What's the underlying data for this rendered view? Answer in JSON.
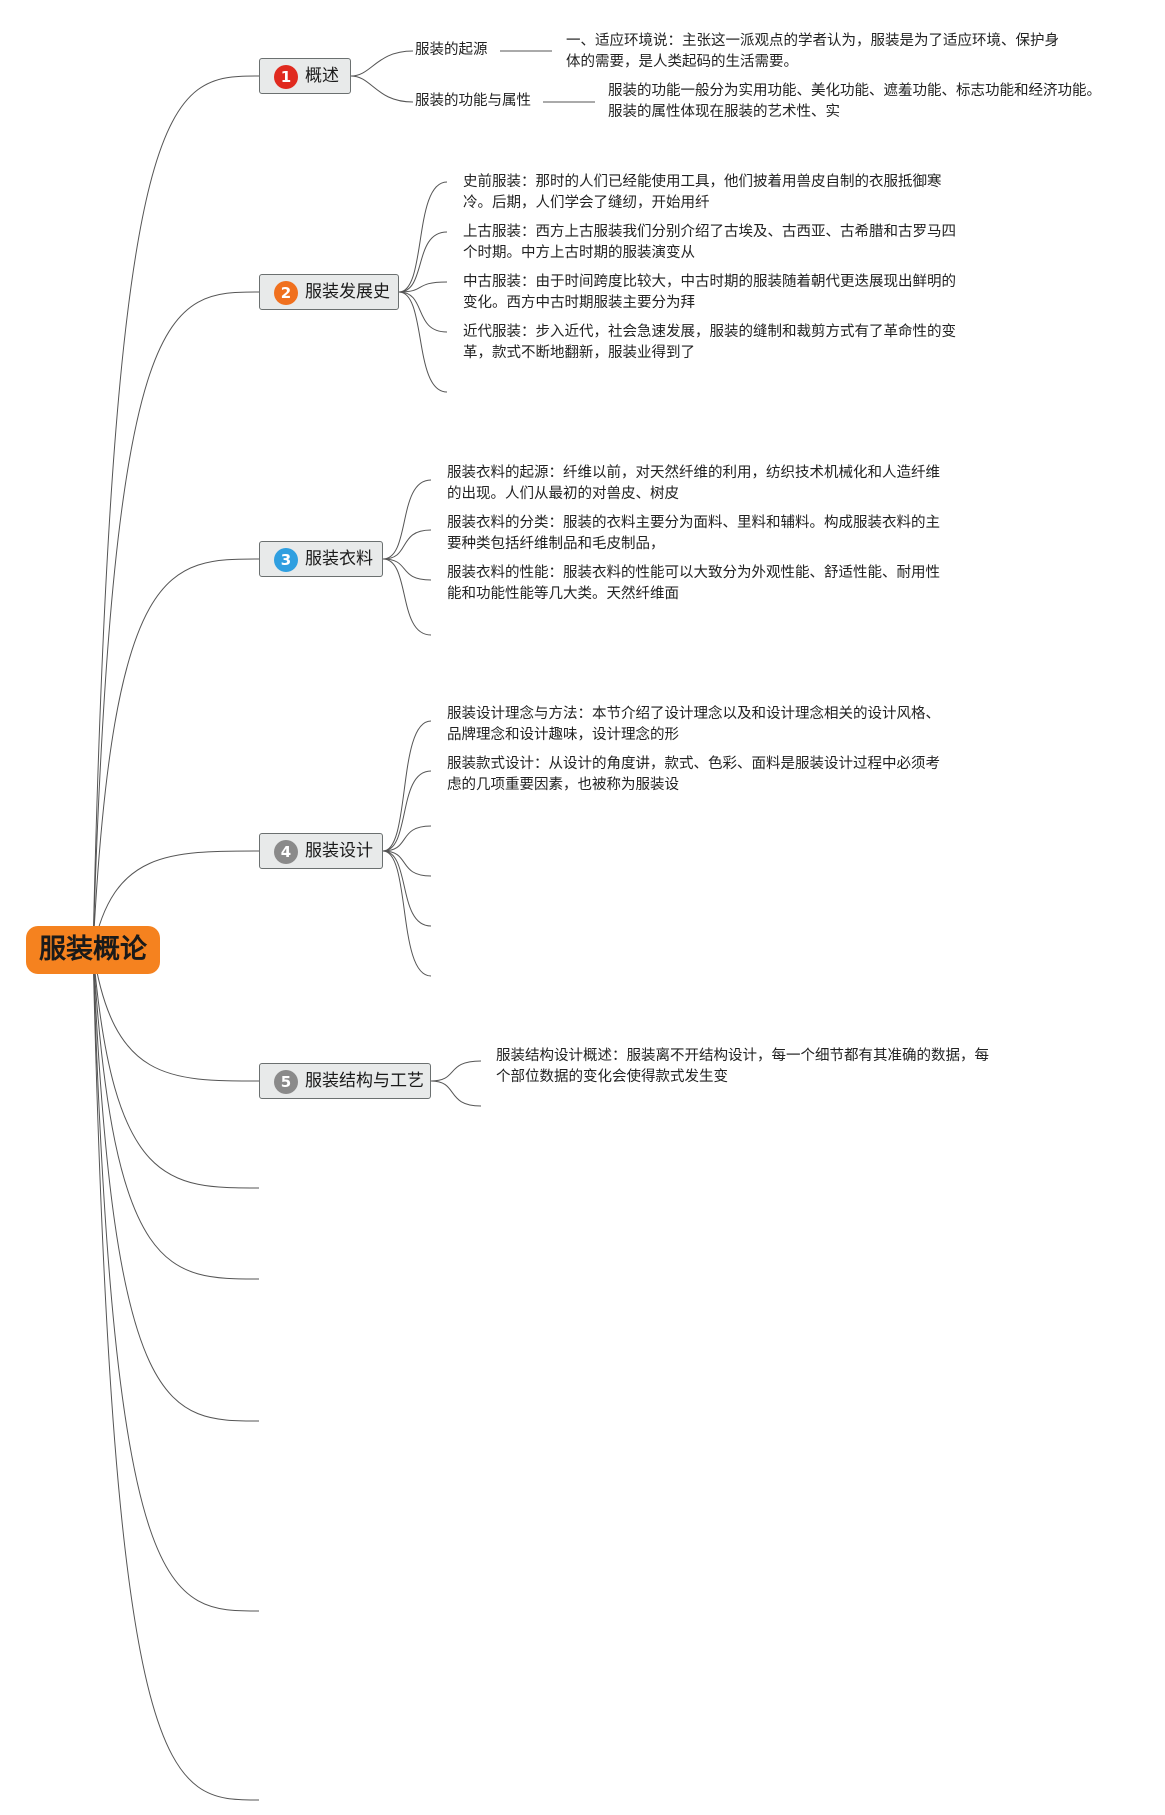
{
  "root": {
    "label": "服装概论",
    "color": "#f5821f"
  },
  "branches": [
    {
      "number": "1",
      "label": "概述",
      "badge_color": "#e02a1f",
      "children": [
        {
          "label": "服装的起源",
          "note": "一、适应环境说：主张这一派观点的学者认为，服装是为了适应环境、保护身体的需要，是人类起码的生活需要。"
        },
        {
          "label": "服装的功能与属性",
          "note": "服装的功能一般分为实用功能、美化功能、遮羞功能、标志功能和经济功能。服装的属性体现在服装的艺术性、实"
        }
      ]
    },
    {
      "number": "2",
      "label": "服装发展史",
      "badge_color": "#f0701e",
      "children": [
        {
          "note": "史前服装：那时的人们已经能使用工具，他们披着用兽皮自制的衣服抵御寒冷。后期，人们学会了缝纫，开始用纤"
        },
        {
          "note": "上古服装：西方上古服装我们分别介绍了古埃及、古西亚、古希腊和古罗马四个时期。中方上古时期的服装演变从"
        },
        {
          "note": "中古服装：由于时间跨度比较大，中古时期的服装随着朝代更迭展现出鲜明的变化。西方中古时期服装主要分为拜"
        },
        {
          "note": "近代服装：步入近代，社会急速发展，服装的缝制和裁剪方式有了革命性的变革，款式不断地翻新，服装业得到了"
        },
        {
          "note": ""
        }
      ]
    },
    {
      "number": "3",
      "label": "服装衣料",
      "badge_color": "#2f9fe0",
      "children": [
        {
          "note": "服装衣料的起源：纤维以前，对天然纤维的利用，纺织技术机械化和人造纤维的出现。人们从最初的对兽皮、树皮"
        },
        {
          "note": "服装衣料的分类：服装的衣料主要分为面料、里料和辅料。构成服装衣料的主要种类包括纤维制品和毛皮制品，"
        },
        {
          "note": "服装衣料的性能：服装衣料的性能可以大致分为外观性能、舒适性能、耐用性能和功能性能等几大类。天然纤维面"
        },
        {
          "note": ""
        }
      ]
    },
    {
      "number": "4",
      "label": "服装设计",
      "badge_color": "#8a8a8a",
      "children": [
        {
          "note": "服装设计理念与方法：本节介绍了设计理念以及和设计理念相关的设计风格、品牌理念和设计趣味，设计理念的形"
        },
        {
          "note": "服装款式设计：从设计的角度讲，款式、色彩、面料是服装设计过程中必须考虑的几项重要因素，也被称为服装设"
        },
        {
          "note": ""
        },
        {
          "note": ""
        },
        {
          "note": ""
        },
        {
          "note": ""
        }
      ]
    },
    {
      "number": "5",
      "label": "服装结构与工艺",
      "badge_color": "#8a8a8a",
      "children": [
        {
          "note": "服装结构设计概述：服装离不开结构设计，每一个细节都有其准确的数据，每个部位数据的变化会使得款式发生变"
        },
        {
          "note": ""
        }
      ]
    }
  ],
  "unlabeled_branch_count": 5,
  "line_color": "#555555"
}
